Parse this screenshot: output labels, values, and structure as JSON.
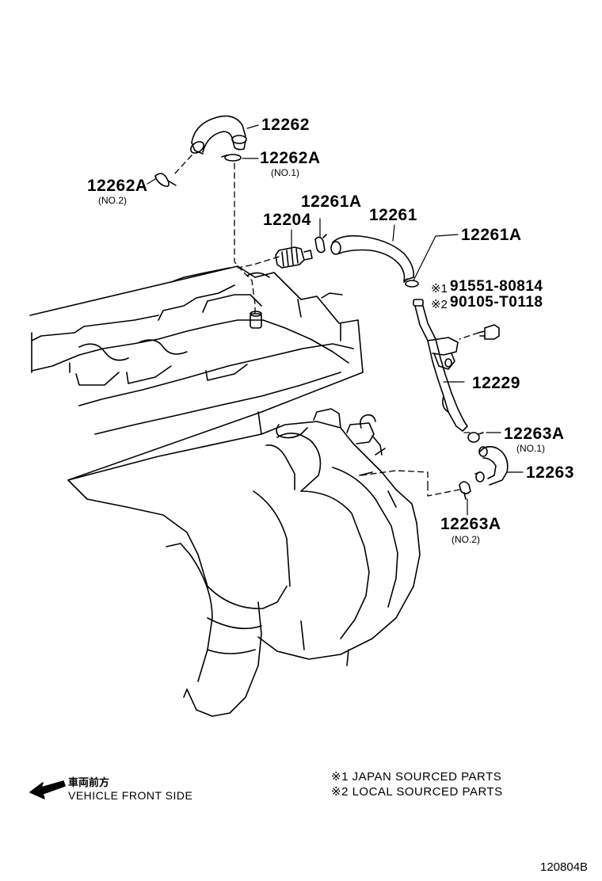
{
  "labels": {
    "p12262": "12262",
    "p12262A_1": "12262A",
    "p12262A_1_sub": "(NO.1)",
    "p12262A_2": "12262A",
    "p12262A_2_sub": "(NO.2)",
    "p12261A_left": "12261A",
    "p12204": "12204",
    "p12261": "12261",
    "p12261A_right": "12261A",
    "p91551": "91551-80814",
    "p91551_mark": "※1",
    "p90105": "90105-T0118",
    "p90105_mark": "※2",
    "p12229": "12229",
    "p12263A_1": "12263A",
    "p12263A_1_sub": "(NO.1)",
    "p12263": "12263",
    "p12263A_2": "12263A",
    "p12263A_2_sub": "(NO.2)"
  },
  "front_indicator": {
    "japanese": "車両前方",
    "english": "VEHICLE FRONT SIDE",
    "icon": "arrow-left-icon"
  },
  "notes": [
    "※1 JAPAN SOURCED PARTS",
    "※2 LOCAL SOURCED PARTS"
  ],
  "figure_code": "120804B",
  "colors": {
    "line": "#000000",
    "background": "#ffffff"
  }
}
